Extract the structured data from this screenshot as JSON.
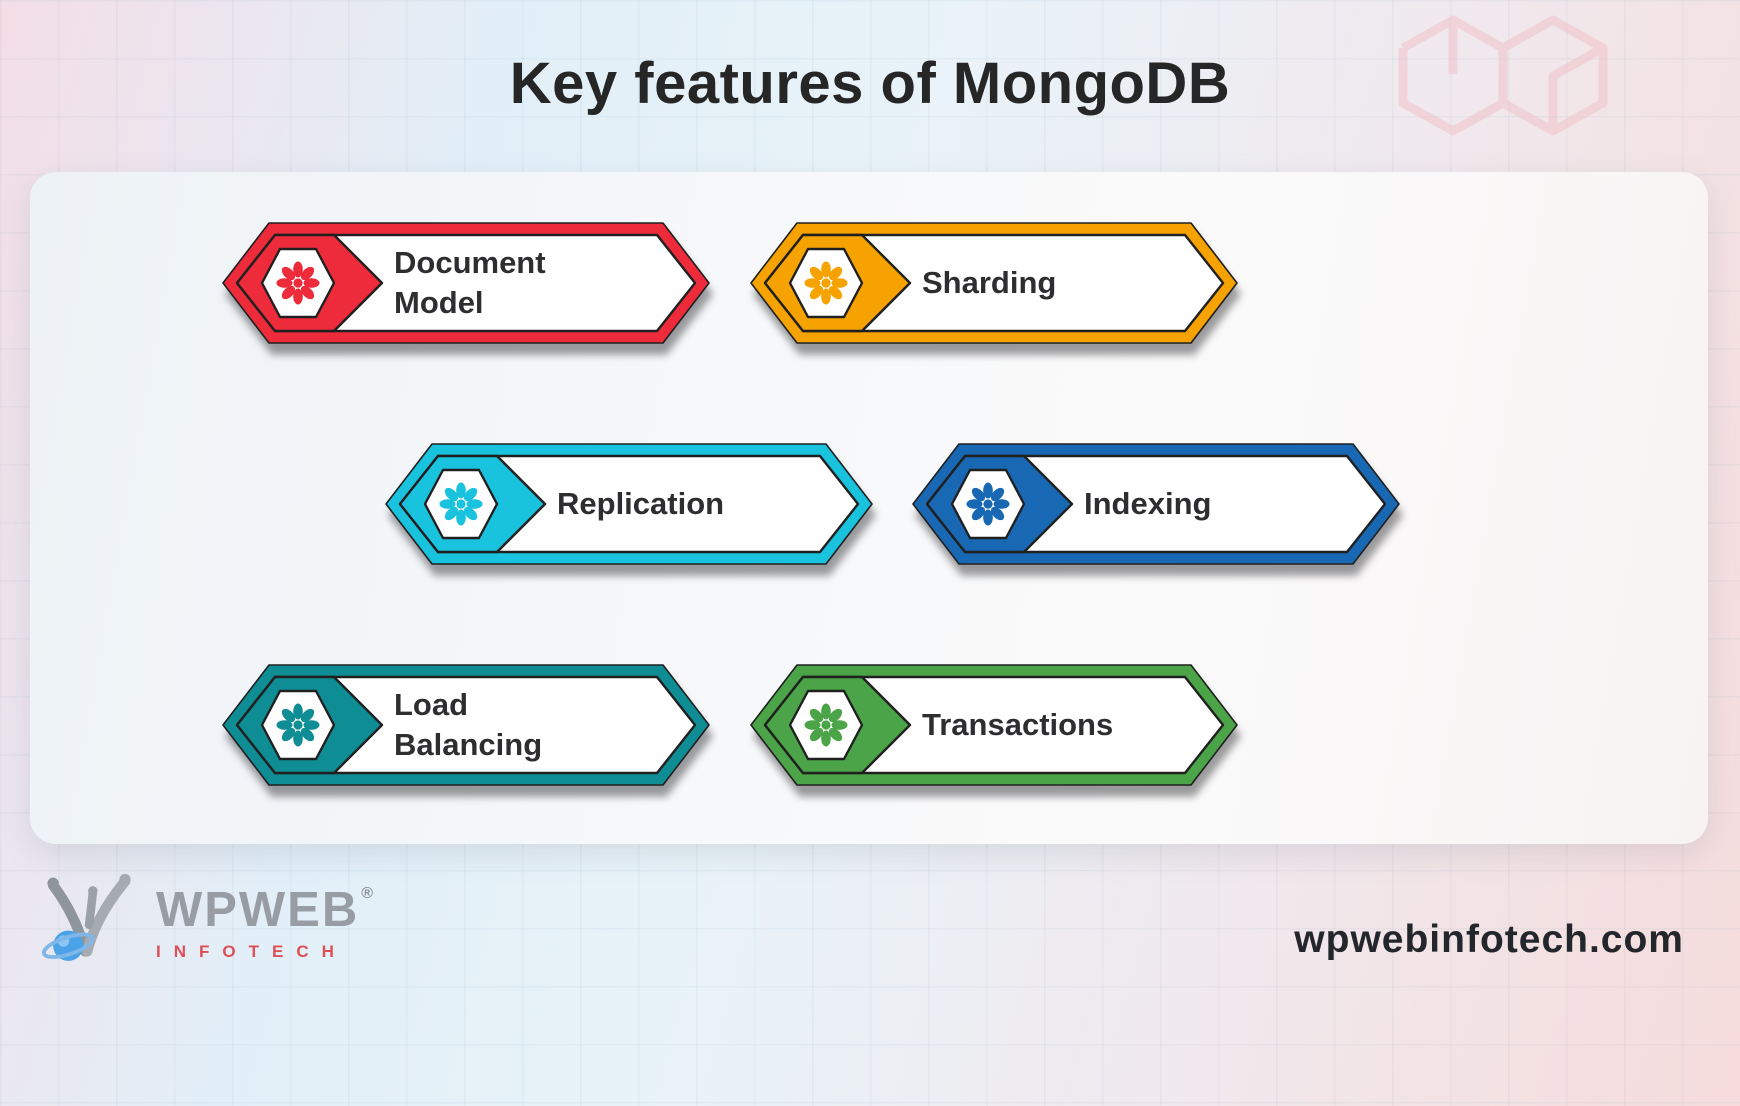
{
  "title": "Key features of MongoDB",
  "features": [
    {
      "name": "document-model",
      "label": "Document Model",
      "color": "#ED2B3A",
      "icon": "flower-icon"
    },
    {
      "name": "sharding",
      "label": "Sharding",
      "color": "#F6A200",
      "icon": "flower-icon"
    },
    {
      "name": "replication",
      "label": "Replication",
      "color": "#19C2DD",
      "icon": "flower-icon"
    },
    {
      "name": "indexing",
      "label": "Indexing",
      "color": "#1968B3",
      "icon": "flower-icon"
    },
    {
      "name": "load-balancing",
      "label": "Load Balancing",
      "color": "#0F8D95",
      "icon": "flower-icon"
    },
    {
      "name": "transactions",
      "label": "Transactions",
      "color": "#4BA447",
      "icon": "flower-icon"
    }
  ],
  "footer": {
    "brand": "WPWEB",
    "registered": "®",
    "brand_sub": "INFOTECH",
    "website": "wpwebinfotech.com"
  },
  "watermark": "laravel-logo"
}
